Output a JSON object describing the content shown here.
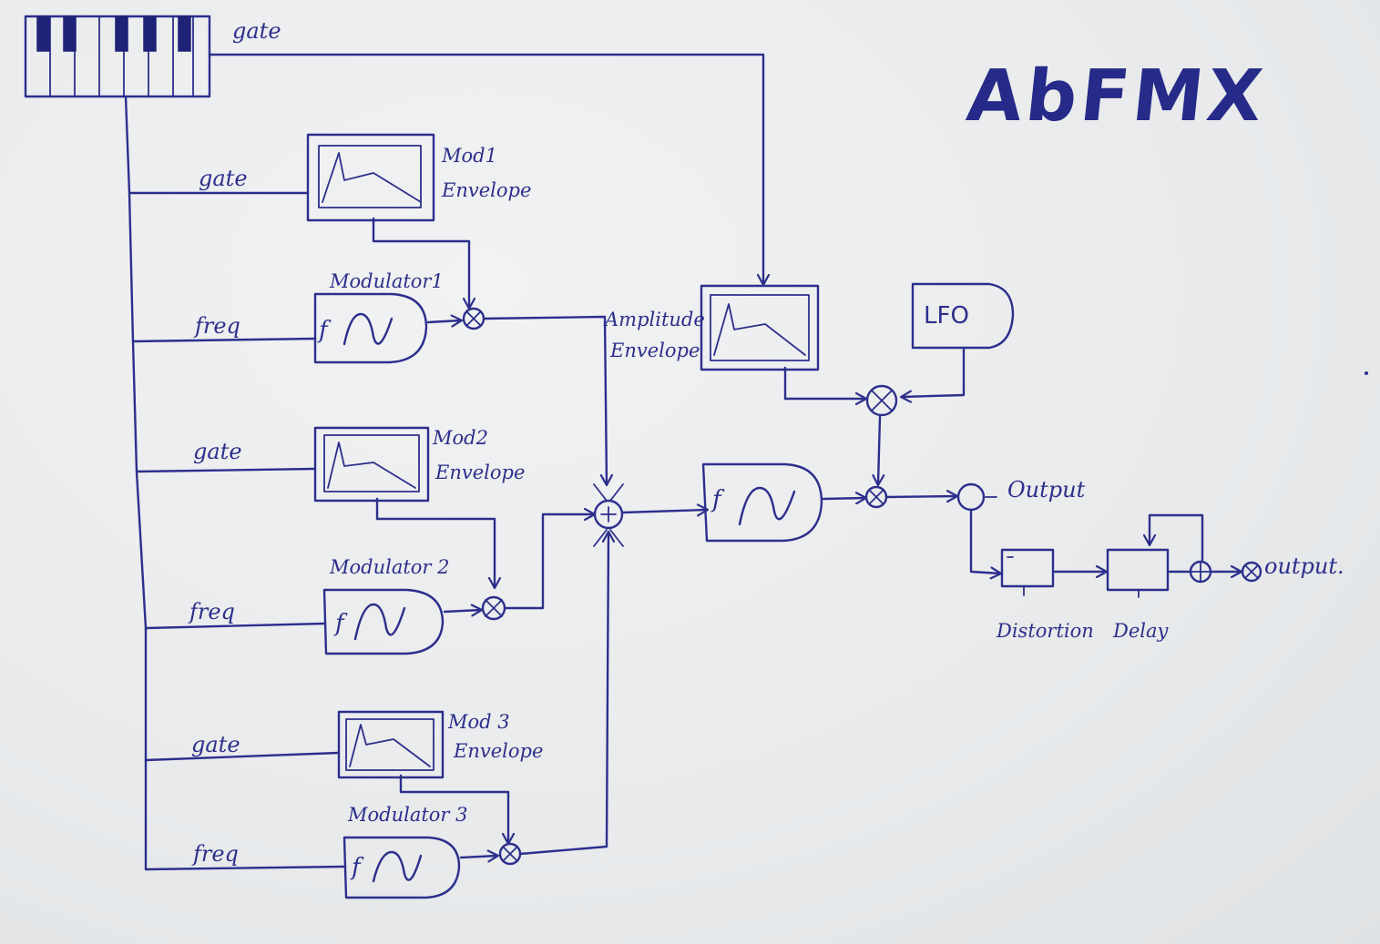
{
  "title": "AbFMX",
  "signals": {
    "gate": "gate",
    "freq": "freq"
  },
  "blocks": {
    "mod1_envelope": {
      "line1": "Mod1",
      "line2": "Envelope"
    },
    "mod2_envelope": {
      "line1": "Mod2",
      "line2": "Envelope"
    },
    "mod3_envelope": {
      "line1": "Mod 3",
      "line2": "Envelope"
    },
    "modulator1": "Modulator1",
    "modulator2": "Modulator 2",
    "modulator3": "Modulator 3",
    "amplitude_envelope": {
      "line1": "Amplitude",
      "line2": "Envelope"
    },
    "lfo": "LFO",
    "oscillator_symbol": "f",
    "output": "Output",
    "distortion": "Distortion",
    "delay": "Delay",
    "final_output": "output."
  },
  "icons": {
    "keyboard": "piano-keyboard-icon",
    "envelope_graph": "adsr-envelope-icon",
    "oscillator": "sine-oscillator-icon",
    "multiplier": "multiply-circle-icon",
    "summer": "sum-circle-icon"
  },
  "colors": {
    "ink": "#2c2f8c",
    "paper": "#e9ebec"
  }
}
